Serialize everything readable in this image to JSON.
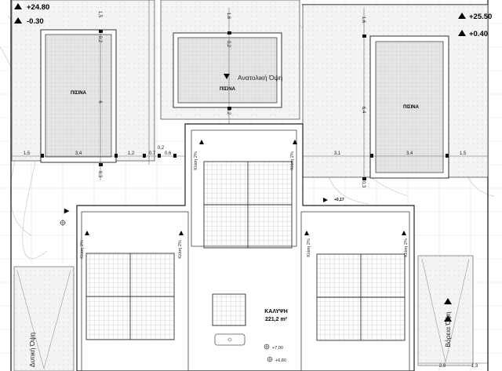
{
  "levels": {
    "top_left_1": "+24.80",
    "top_left_2": "-0.30",
    "top_right_1": "+25.50",
    "top_right_2": "+0.40"
  },
  "pools": {
    "left_label": "ΠΙΣΙΝΑ",
    "center_label": "ΠΙΣΙΝΑ",
    "right_label": "ΠΙΣΙΝΑ"
  },
  "views": {
    "east": "Ανατολική Όψη",
    "north": "Βόρεια Όψη",
    "west": "Δυτική Όψη"
  },
  "coverage": {
    "label": "ΚΑΛΥΨΗ",
    "area": "221,2 m²"
  },
  "slope_label": "Κλίση 2%",
  "spot_levels": {
    "a": "+0,17",
    "b": "+7,00",
    "c": "+6,80"
  },
  "dimensions": {
    "d1": "1,5",
    "d2": "3,4",
    "d3": "1,2",
    "d4": "0,7",
    "d5": "0,6",
    "d6": "0,2",
    "d7": "3,1",
    "d8": "3,4",
    "d9": "1,5",
    "v1": "1,5",
    "v2": "0,2",
    "v3": "6",
    "v4": "0,3",
    "v5": "1,6",
    "v6": "0,2",
    "v7": "0,2",
    "v8": "1,6",
    "v9": "6,4",
    "v10": "0,3",
    "b1": "2,8",
    "b2": "1,3"
  }
}
